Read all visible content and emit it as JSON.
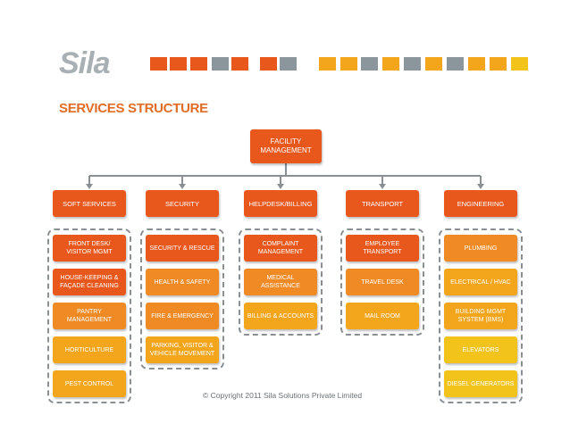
{
  "logo": {
    "text": "Sila"
  },
  "brand_colors": {
    "orange": "#e8581d",
    "light_orange": "#f08a24",
    "amber": "#f3a51b",
    "yellow": "#f2c31a",
    "gray": "#8a969c",
    "title": "#e06c26"
  },
  "title": "SERVICES STRUCTURE",
  "root": {
    "label": "FACILITY MANAGEMENT"
  },
  "categories": [
    {
      "label": "SOFT SERVICES",
      "items": [
        "FRONT DESK/ VISITOR MGMT",
        "HOUSE-KEEPING & FAÇADE CLEANING",
        "PANTRY MANAGEMENT",
        "HORTICULTURE",
        "PEST CONTROL"
      ]
    },
    {
      "label": "SECURITY",
      "items": [
        "SECURITY & RESCUE",
        "HEALTH & SAFETY",
        "FIRE & EMERGENCY",
        "PARKING, VISITOR & VEHICLE MOVEMENT"
      ]
    },
    {
      "label": "HELPDESK/BILLING",
      "items": [
        "COMPLAINT MANAGEMENT",
        "MEDICAL ASSISTANCE",
        "BILLING & ACCOUNTS"
      ]
    },
    {
      "label": "TRANSPORT",
      "items": [
        "EMPLOYEE TRANSPORT",
        "TRAVEL DESK",
        "MAIL ROOM"
      ]
    },
    {
      "label": "ENGINEERING",
      "items": [
        "PLUMBING",
        "ELECTRICAL / HVAC",
        "BUILDING MGMT SYSTEM (BMS)",
        "ELEVATORS",
        "DIESEL GENERATORS"
      ]
    }
  ],
  "copyright": "© Copyright 2011 Sila Solutions Private Limited"
}
